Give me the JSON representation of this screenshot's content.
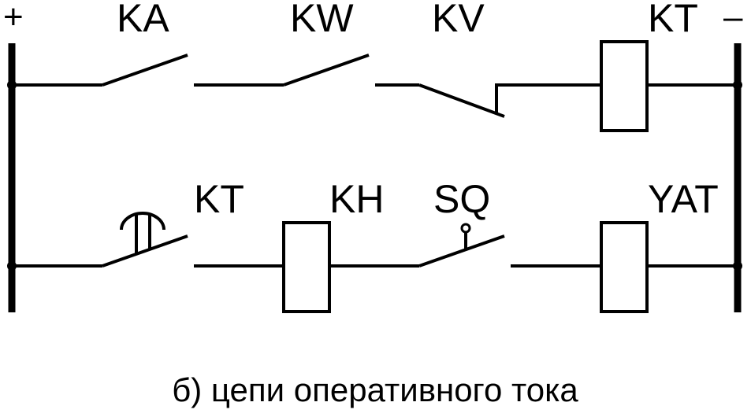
{
  "diagram": {
    "polarity": {
      "plus": "+",
      "minus": "–"
    },
    "top_row": {
      "labels": {
        "ka": "KA",
        "kw": "KW",
        "kv": "KV",
        "kt": "KT"
      }
    },
    "bottom_row": {
      "labels": {
        "kt": "KT",
        "kh": "KH",
        "sq": "SQ",
        "yat": "YAT"
      }
    },
    "caption": "б) цепи оперативного тока"
  }
}
